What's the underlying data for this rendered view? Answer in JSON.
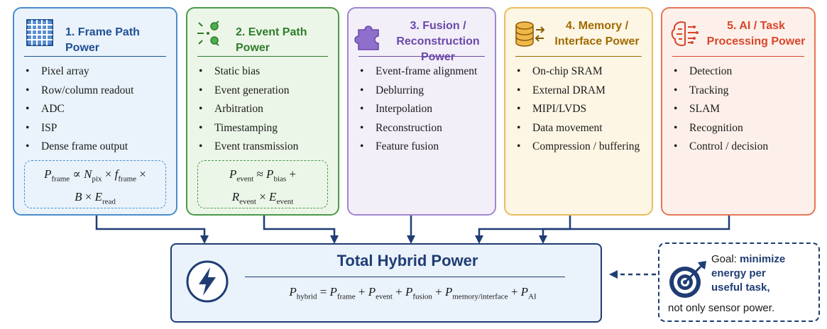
{
  "panels": [
    {
      "title_lines": [
        "1. Frame Path Power"
      ],
      "icon": "pixel-grid-icon",
      "accent": "#1f4f96",
      "items": [
        "Pixel array",
        "Row/column readout",
        "ADC",
        "ISP",
        "Dense frame output"
      ]
    },
    {
      "title_lines": [
        "2. Event Path Power"
      ],
      "icon": "event-spikes-icon",
      "accent": "#2f7d2c",
      "items": [
        "Static bias",
        "Event generation",
        "Arbitration",
        "Timestamping",
        "Event transmission"
      ]
    },
    {
      "title_lines": [
        "3. Fusion /",
        "Reconstruction Power"
      ],
      "icon": "puzzle-icon",
      "accent": "#6a48a8",
      "items": [
        "Event-frame alignment",
        "Deblurring",
        "Interpolation",
        "Reconstruction",
        "Feature fusion"
      ]
    },
    {
      "title_lines": [
        "4. Memory /",
        "Interface Power"
      ],
      "icon": "database-icon",
      "accent": "#b07810",
      "items": [
        "On-chip SRAM",
        "External DRAM",
        "MIPI/LVDS",
        "Data movement",
        "Compression / buffering"
      ]
    },
    {
      "title_lines": [
        "5. AI / Task",
        "Processing Power"
      ],
      "icon": "brain-circuit-icon",
      "accent": "#d8452a",
      "items": [
        "Detection",
        "Tracking",
        "SLAM",
        "Recognition",
        "Control / decision"
      ]
    }
  ],
  "formulas": {
    "frame": {
      "P": "P",
      "P_sub": "frame",
      "prop": "∝",
      "N": "N",
      "N_sub": "pix",
      "times1": "×",
      "f": "f",
      "f_sub": "frame",
      "times2": "×",
      "B": "B",
      "times3": "×",
      "E": "E",
      "E_sub": "read"
    },
    "event": {
      "P": "P",
      "P_sub": "event",
      "approx": "≈",
      "Pb": "P",
      "Pb_sub": "bias",
      "plus": "+",
      "R": "R",
      "R_sub": "event",
      "times": "×",
      "E": "E",
      "E_sub": "event"
    }
  },
  "total": {
    "title": "Total Hybrid Power",
    "icon": "lightning-bolt-icon",
    "eq": {
      "lhs_sub": "hybrid",
      "t1": "frame",
      "t2": "event",
      "t3": "fusion",
      "t4": "memory/interface",
      "t5": "AI"
    }
  },
  "goal": {
    "icon": "target-arrow-icon",
    "prefix": "Goal:",
    "emph_line1": "minimize",
    "emph_line2": "energy per",
    "emph_line3": "useful task,",
    "footer": "not only sensor power."
  }
}
